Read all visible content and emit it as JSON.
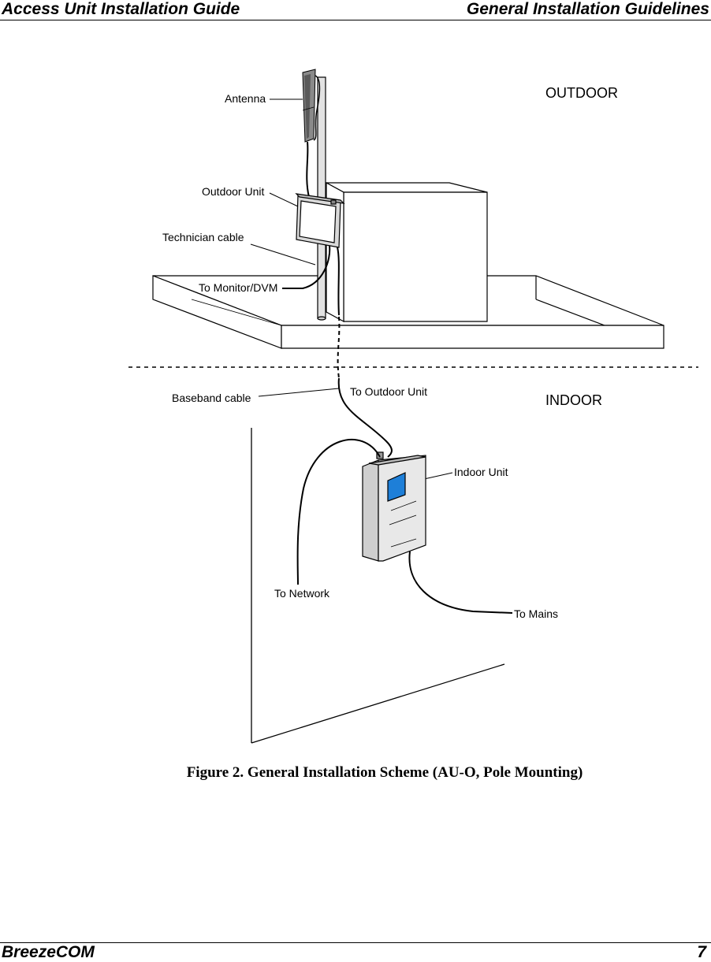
{
  "header": {
    "left": "Access Unit Installation Guide",
    "right": "General Installation Guidelines"
  },
  "diagram": {
    "labels": {
      "antenna": "Antenna",
      "outdoor_zone": "OUTDOOR",
      "outdoor_unit": "Outdoor Unit",
      "technician_cable": "Technician cable",
      "to_monitor": "To Monitor/DVM",
      "baseband_cable": "Baseband cable",
      "to_outdoor_unit": "To Outdoor Unit",
      "indoor_zone": "INDOOR",
      "indoor_unit": "Indoor Unit",
      "to_network": "To Network",
      "to_mains": "To Mains"
    }
  },
  "caption": "Figure 2.  General Installation Scheme (AU-O, Pole Mounting)",
  "footer": {
    "left": "BreezeCOM",
    "page_number": "7"
  }
}
